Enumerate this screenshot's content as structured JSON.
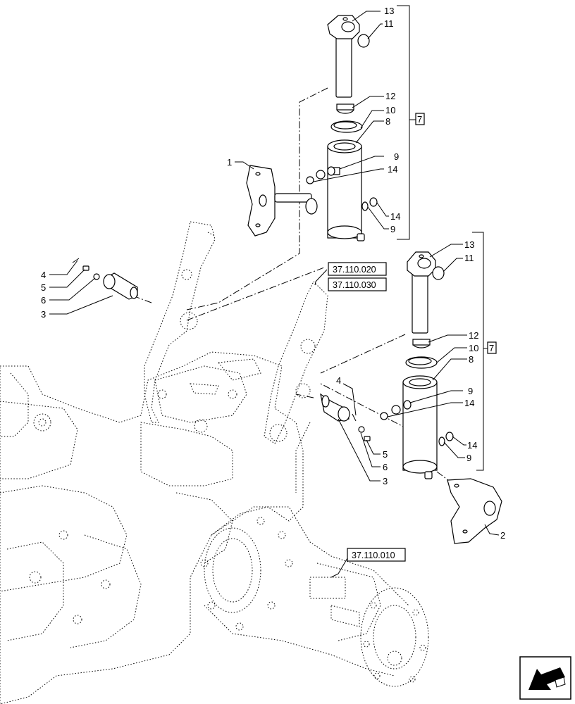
{
  "callouts": {
    "c1": "1",
    "c2": "2",
    "c3a": "3",
    "c3b": "3",
    "c4a": "4",
    "c4b": "4",
    "c5a": "5",
    "c5b": "5",
    "c6a": "6",
    "c6b": "6",
    "c7a": "7",
    "c7b": "7",
    "c8a": "8",
    "c8b": "8",
    "c9a": "9",
    "c9b": "9",
    "c9c": "9",
    "c9d": "9",
    "c10a": "10",
    "c10b": "10",
    "c11a": "11",
    "c11b": "11",
    "c12a": "12",
    "c12b": "12",
    "c13a": "13",
    "c13b": "13",
    "c14a": "14",
    "c14b": "14",
    "c14c": "14",
    "c14d": "14"
  },
  "references": {
    "r1": "37.110.020",
    "r2": "37.110.030",
    "r3": "37.110.010"
  },
  "icons": {
    "nav": "arrow-down-left-icon"
  }
}
